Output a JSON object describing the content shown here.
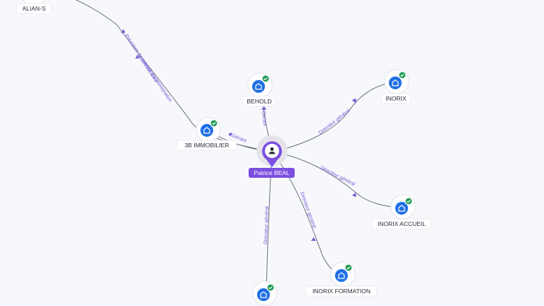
{
  "person": {
    "name": "Patrice BEAL"
  },
  "companies": [
    {
      "id": "alian-s",
      "name": "ALIAN-S"
    },
    {
      "id": "3b-immobilier",
      "name": "3B IMMOBILIER"
    },
    {
      "id": "behold",
      "name": "BEHOLD"
    },
    {
      "id": "inorix",
      "name": "INORIX"
    },
    {
      "id": "inorix-accueil",
      "name": "INORIX ACCUEIL"
    },
    {
      "id": "inorix-formation",
      "name": "INORIX FORMATION"
    },
    {
      "id": "bottom-company",
      "name": ""
    }
  ],
  "relations": [
    {
      "id": "alian-s-president",
      "label": "Président du conseil d'administration"
    },
    {
      "id": "alian-s-admin",
      "label": "Administrateur"
    },
    {
      "id": "3b-immobilier",
      "label": "Gérant"
    },
    {
      "id": "behold",
      "label": "Gérant"
    },
    {
      "id": "inorix",
      "label": "Directeur général"
    },
    {
      "id": "inorix-accueil",
      "label": "Directeur général"
    },
    {
      "id": "inorix-formation",
      "label": "Directeur général"
    },
    {
      "id": "bottom-company",
      "label": "Directeur général"
    }
  ],
  "icons": {
    "company": "building-icon",
    "verified": "check-badge-icon",
    "person": "person-icon"
  },
  "colors": {
    "accent": "#7b4fe0",
    "company": "#1f6fe5",
    "verified": "#1f9a55",
    "relation_text": "#6f5bd6"
  }
}
